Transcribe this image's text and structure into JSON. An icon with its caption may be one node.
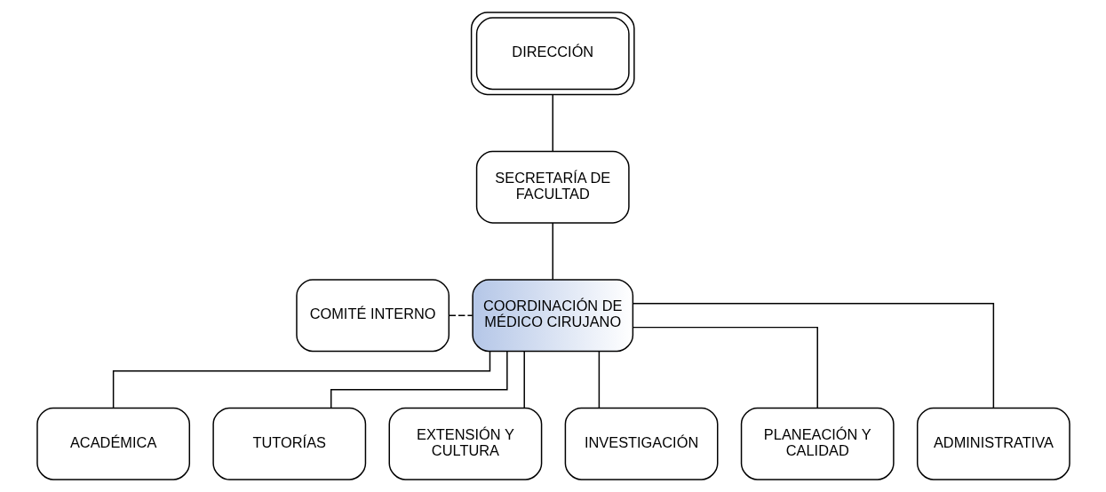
{
  "diagram": {
    "nodes": [
      {
        "text": [
          "DIRECCIÓN"
        ]
      },
      {
        "text": [
          "SECRETARÍA DE FACULTAD"
        ]
      },
      {
        "text": [
          "COMITÉ INTERNO"
        ]
      },
      {
        "text": [
          "COORDINACIÓN DE MÉDICO CIRUJANO"
        ]
      },
      {
        "text": [
          "ACADÉMICA"
        ]
      },
      {
        "text": [
          "TUTORÍAS"
        ]
      },
      {
        "text": [
          "EXTENSIÓN Y CULTURA"
        ]
      },
      {
        "text": [
          "INVESTIGACIÓN"
        ]
      },
      {
        "text": [
          "PLANEACIÓN Y CALIDAD"
        ]
      },
      {
        "text": [
          "ADMINISTRATIVA"
        ]
      }
    ],
    "edges": [
      {
        "from": 0,
        "to": 1,
        "arrow": "none"
      },
      {
        "from": 1,
        "to": 3,
        "arrow": "none"
      },
      {
        "from": 2,
        "to": 3,
        "arrow": "none",
        "style": "dashed"
      },
      {
        "from": 3,
        "to": 4,
        "arrow": "none"
      },
      {
        "from": 3,
        "to": 5,
        "arrow": "none"
      },
      {
        "from": 3,
        "to": 6,
        "arrow": "none"
      },
      {
        "from": 3,
        "to": 7,
        "arrow": "none"
      },
      {
        "from": 3,
        "to": 8,
        "arrow": "none"
      },
      {
        "from": 3,
        "to": 9,
        "arrow": "none"
      }
    ]
  }
}
